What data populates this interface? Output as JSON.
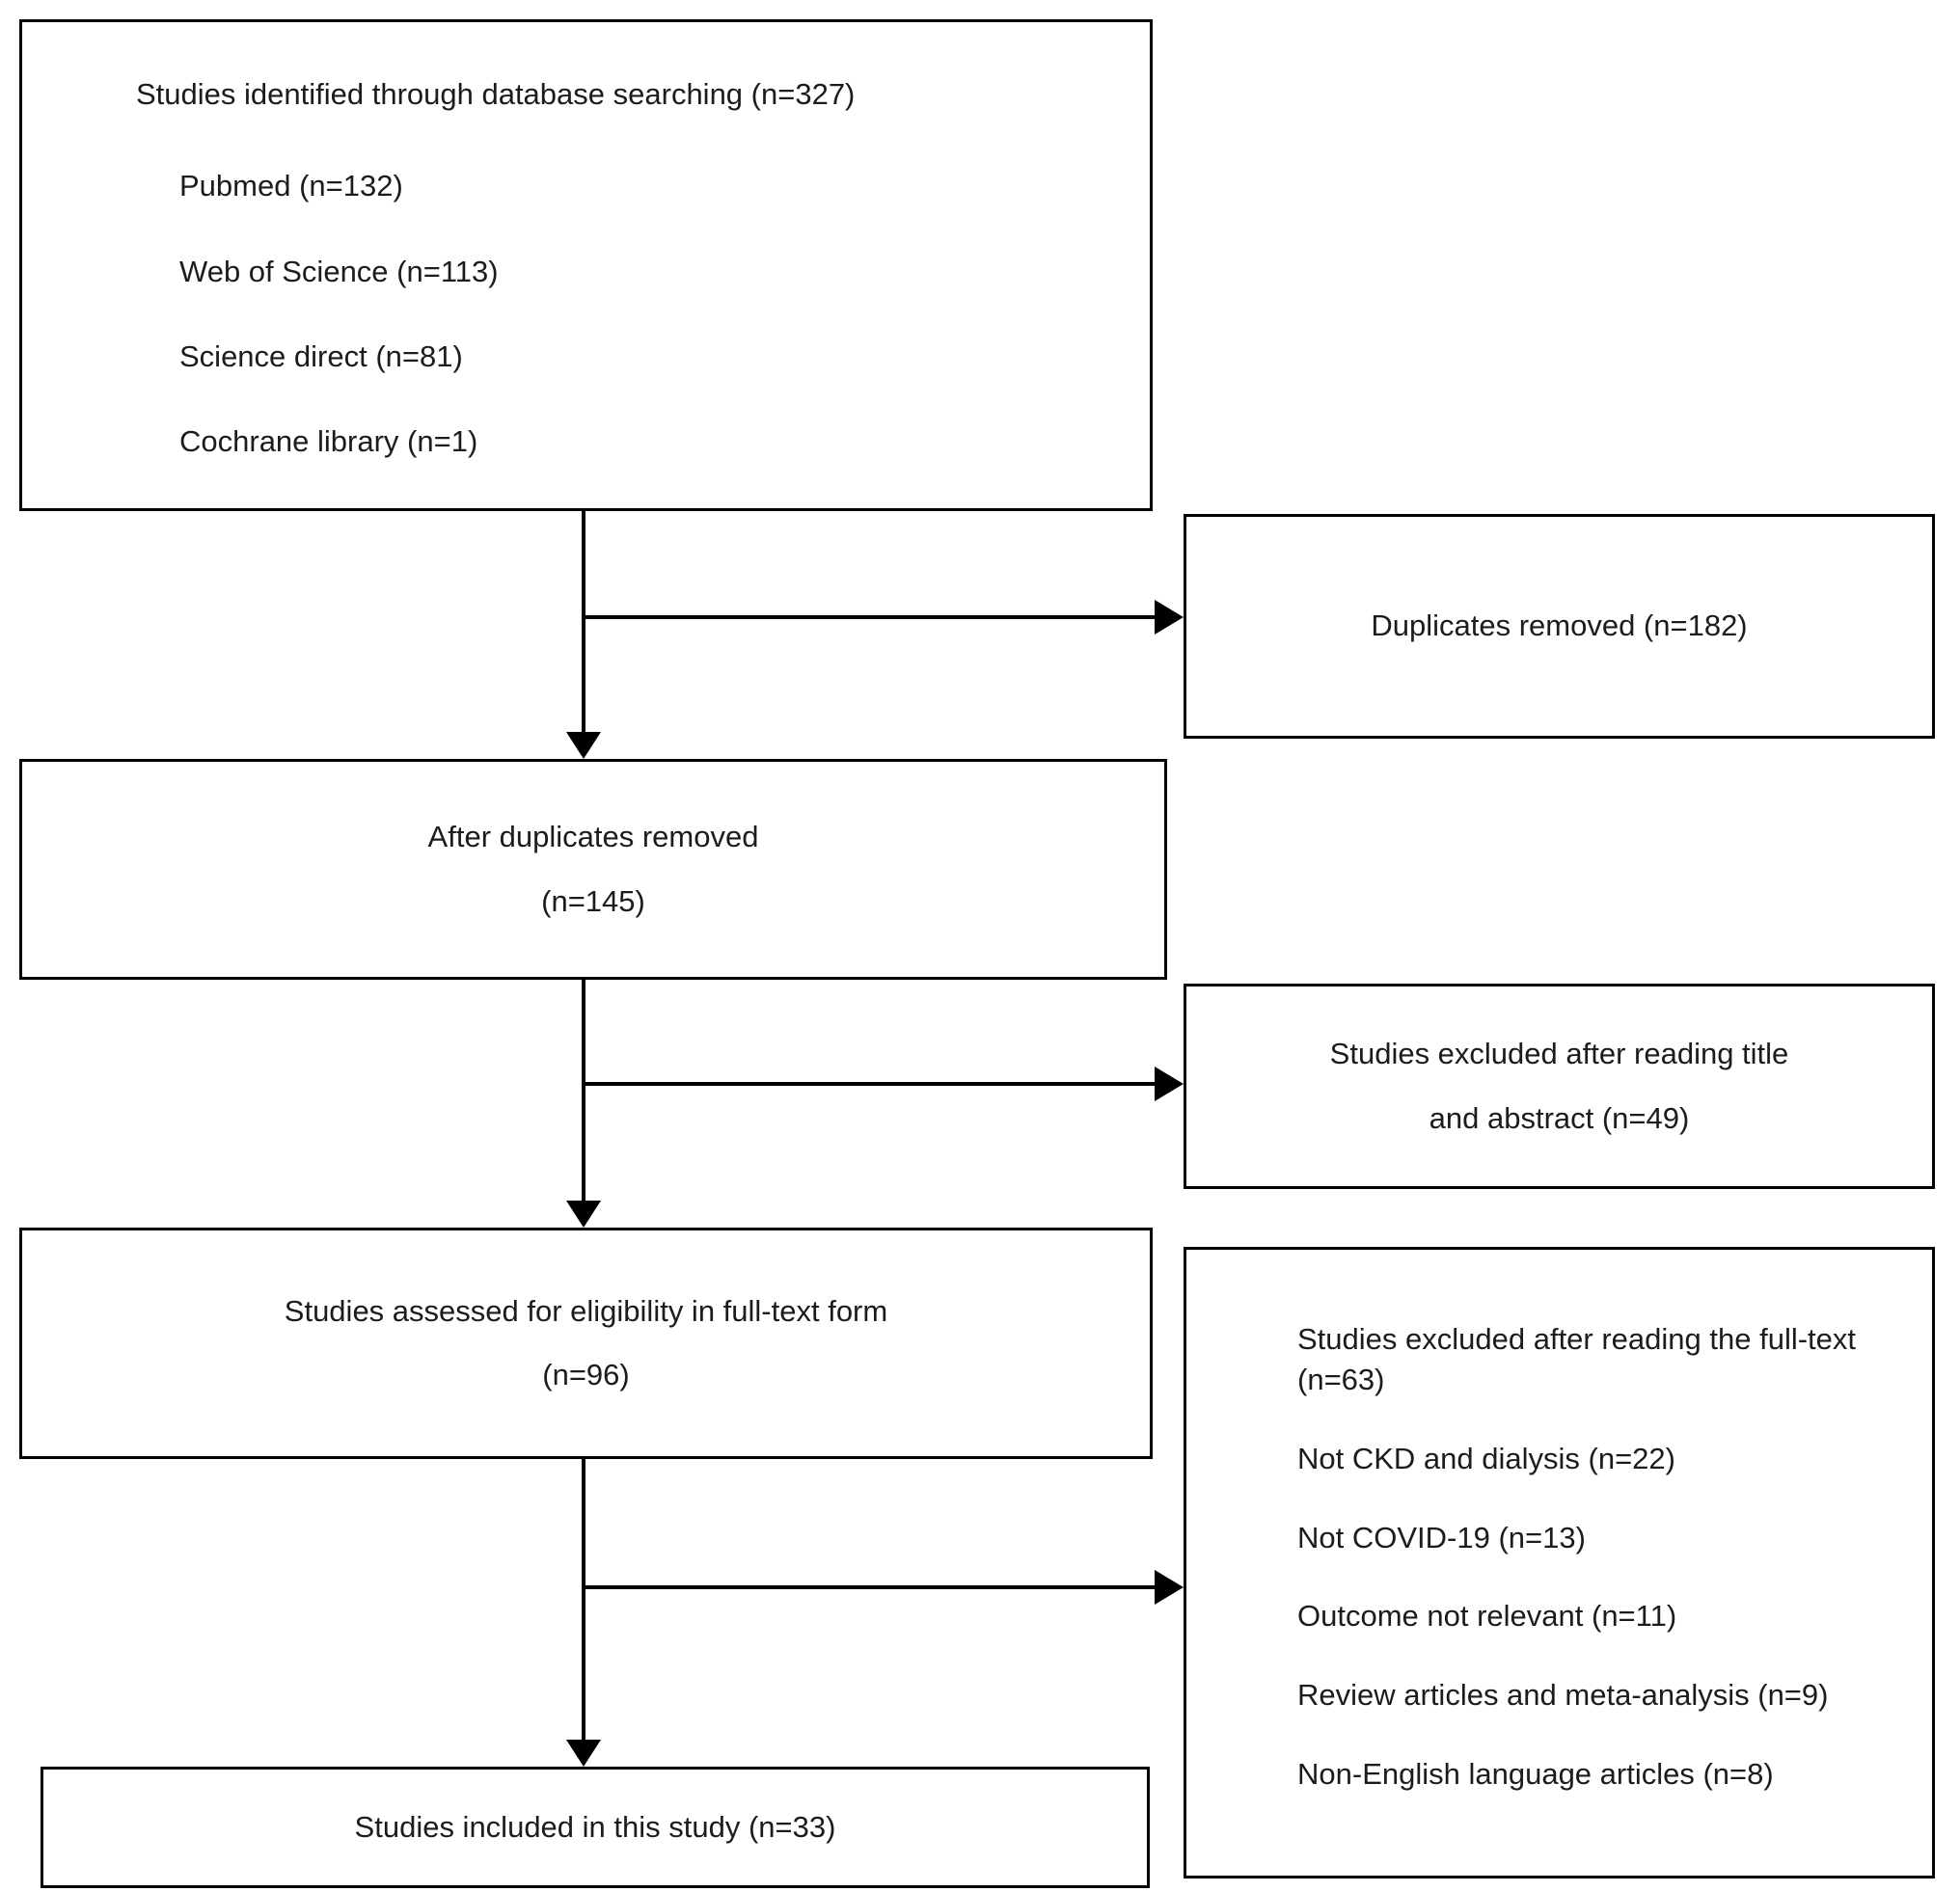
{
  "diagram": {
    "identification": {
      "title": "Studies identified through database searching (n=327)",
      "sources": [
        "Pubmed (n=132)",
        "Web of Science (n=113)",
        "Science direct (n=81)",
        "Cochrane library (n=1)"
      ]
    },
    "duplicates_removed": {
      "label": "Duplicates removed (n=182)"
    },
    "after_duplicates": {
      "line1": "After duplicates removed",
      "line2": "(n=145)"
    },
    "excluded_title_abstract": {
      "line1": "Studies excluded after reading title",
      "line2": "and abstract (n=49)"
    },
    "assessed_fulltext": {
      "line1": "Studies assessed for eligibility in full-text form",
      "line2": "(n=96)"
    },
    "excluded_fulltext": {
      "title": "Studies excluded after reading the full-text (n=63)",
      "reasons": [
        "Not CKD and dialysis (n=22)",
        "Not COVID-19 (n=13)",
        "Outcome not relevant (n=11)",
        "Review articles and meta-analysis (n=9)",
        "Non-English language articles (n=8)"
      ]
    },
    "included": {
      "label": "Studies included in this study (n=33)"
    }
  },
  "colors": {
    "border": "#000000",
    "text": "#1c1c1c",
    "background": "#ffffff"
  }
}
